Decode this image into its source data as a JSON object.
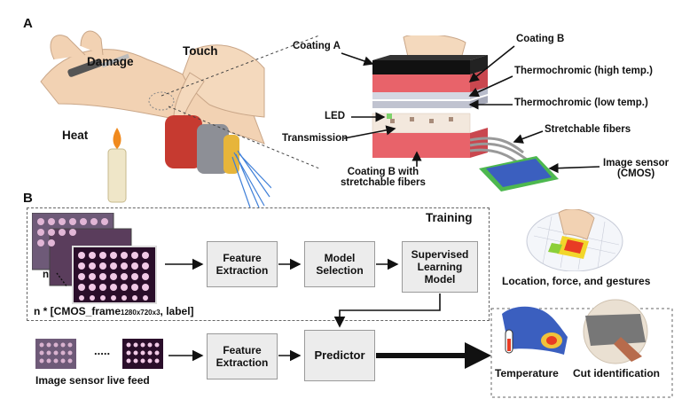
{
  "panels": {
    "a": "A",
    "b": "B"
  },
  "arm_labels": {
    "damage": "Damage",
    "touch": "Touch",
    "heat": "Heat"
  },
  "layer_labels": {
    "coating_a": "Coating A",
    "coating_b": "Coating B",
    "thermo_high": "Thermochromic (high temp.)",
    "thermo_low": "Thermochromic (low temp.)",
    "led": "LED",
    "transmission": "Transmission",
    "stretchable": "Stretchable fibers",
    "coating_b_fibers_1": "Coating B with",
    "coating_b_fibers_2": "stretchable fibers",
    "image_sensor_1": "Image sensor",
    "image_sensor_2": "(CMOS)"
  },
  "training": {
    "title": "Training",
    "n_label": "n",
    "frame_prefix": "n * [CMOS_frame",
    "frame_sub": "1280x720x3",
    "frame_suffix": ", label]",
    "feature_1": "Feature",
    "feature_2": "Extraction",
    "model_1": "Model",
    "model_2": "Selection",
    "sup_1": "Supervised",
    "sup_2": "Learning",
    "sup_3": "Model"
  },
  "inference": {
    "live_feed": "Image sensor live feed",
    "dots": ".....",
    "feature_1": "Feature",
    "feature_2": "Extraction",
    "predictor": "Predictor"
  },
  "outputs": {
    "location": "Location, force, and gestures",
    "temperature": "Temperature",
    "cut": "Cut identification"
  },
  "colors": {
    "coating_black": "#111111",
    "coating_red": "#e8636a",
    "thermo": "#c9ccd8",
    "sensor_green": "#4db84f",
    "sensor_blue": "#3b5fbf",
    "box_fill": "#ececec",
    "forearm_band": "#c63a30"
  }
}
